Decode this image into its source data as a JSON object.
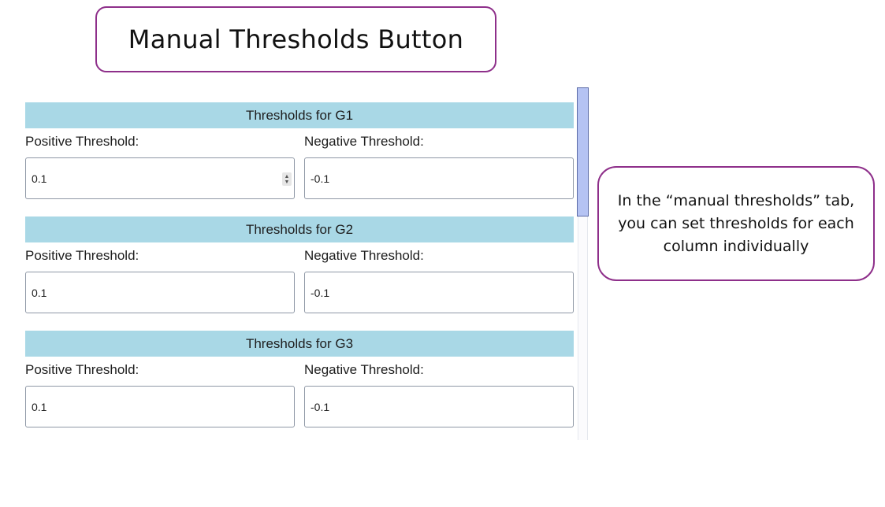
{
  "title": "Manual Thresholds Button",
  "note": "In the “manual thresholds” tab, you can set thresholds for each column individually",
  "groups": [
    {
      "header": "Thresholds for G1",
      "positive_label": "Positive Threshold:",
      "positive_value": "0.1",
      "negative_label": "Negative Threshold:",
      "negative_value": "-0.1"
    },
    {
      "header": "Thresholds for G2",
      "positive_label": "Positive Threshold:",
      "positive_value": "0.1",
      "negative_label": "Negative Threshold:",
      "negative_value": "-0.1"
    },
    {
      "header": "Thresholds for G3",
      "positive_label": "Positive Threshold:",
      "positive_value": "0.1",
      "negative_label": "Negative Threshold:",
      "negative_value": "-0.1"
    }
  ],
  "colors": {
    "accent_border": "#8e2f8a",
    "header_bg": "#a9d8e6",
    "scroll_thumb": "#b5c3f3"
  }
}
